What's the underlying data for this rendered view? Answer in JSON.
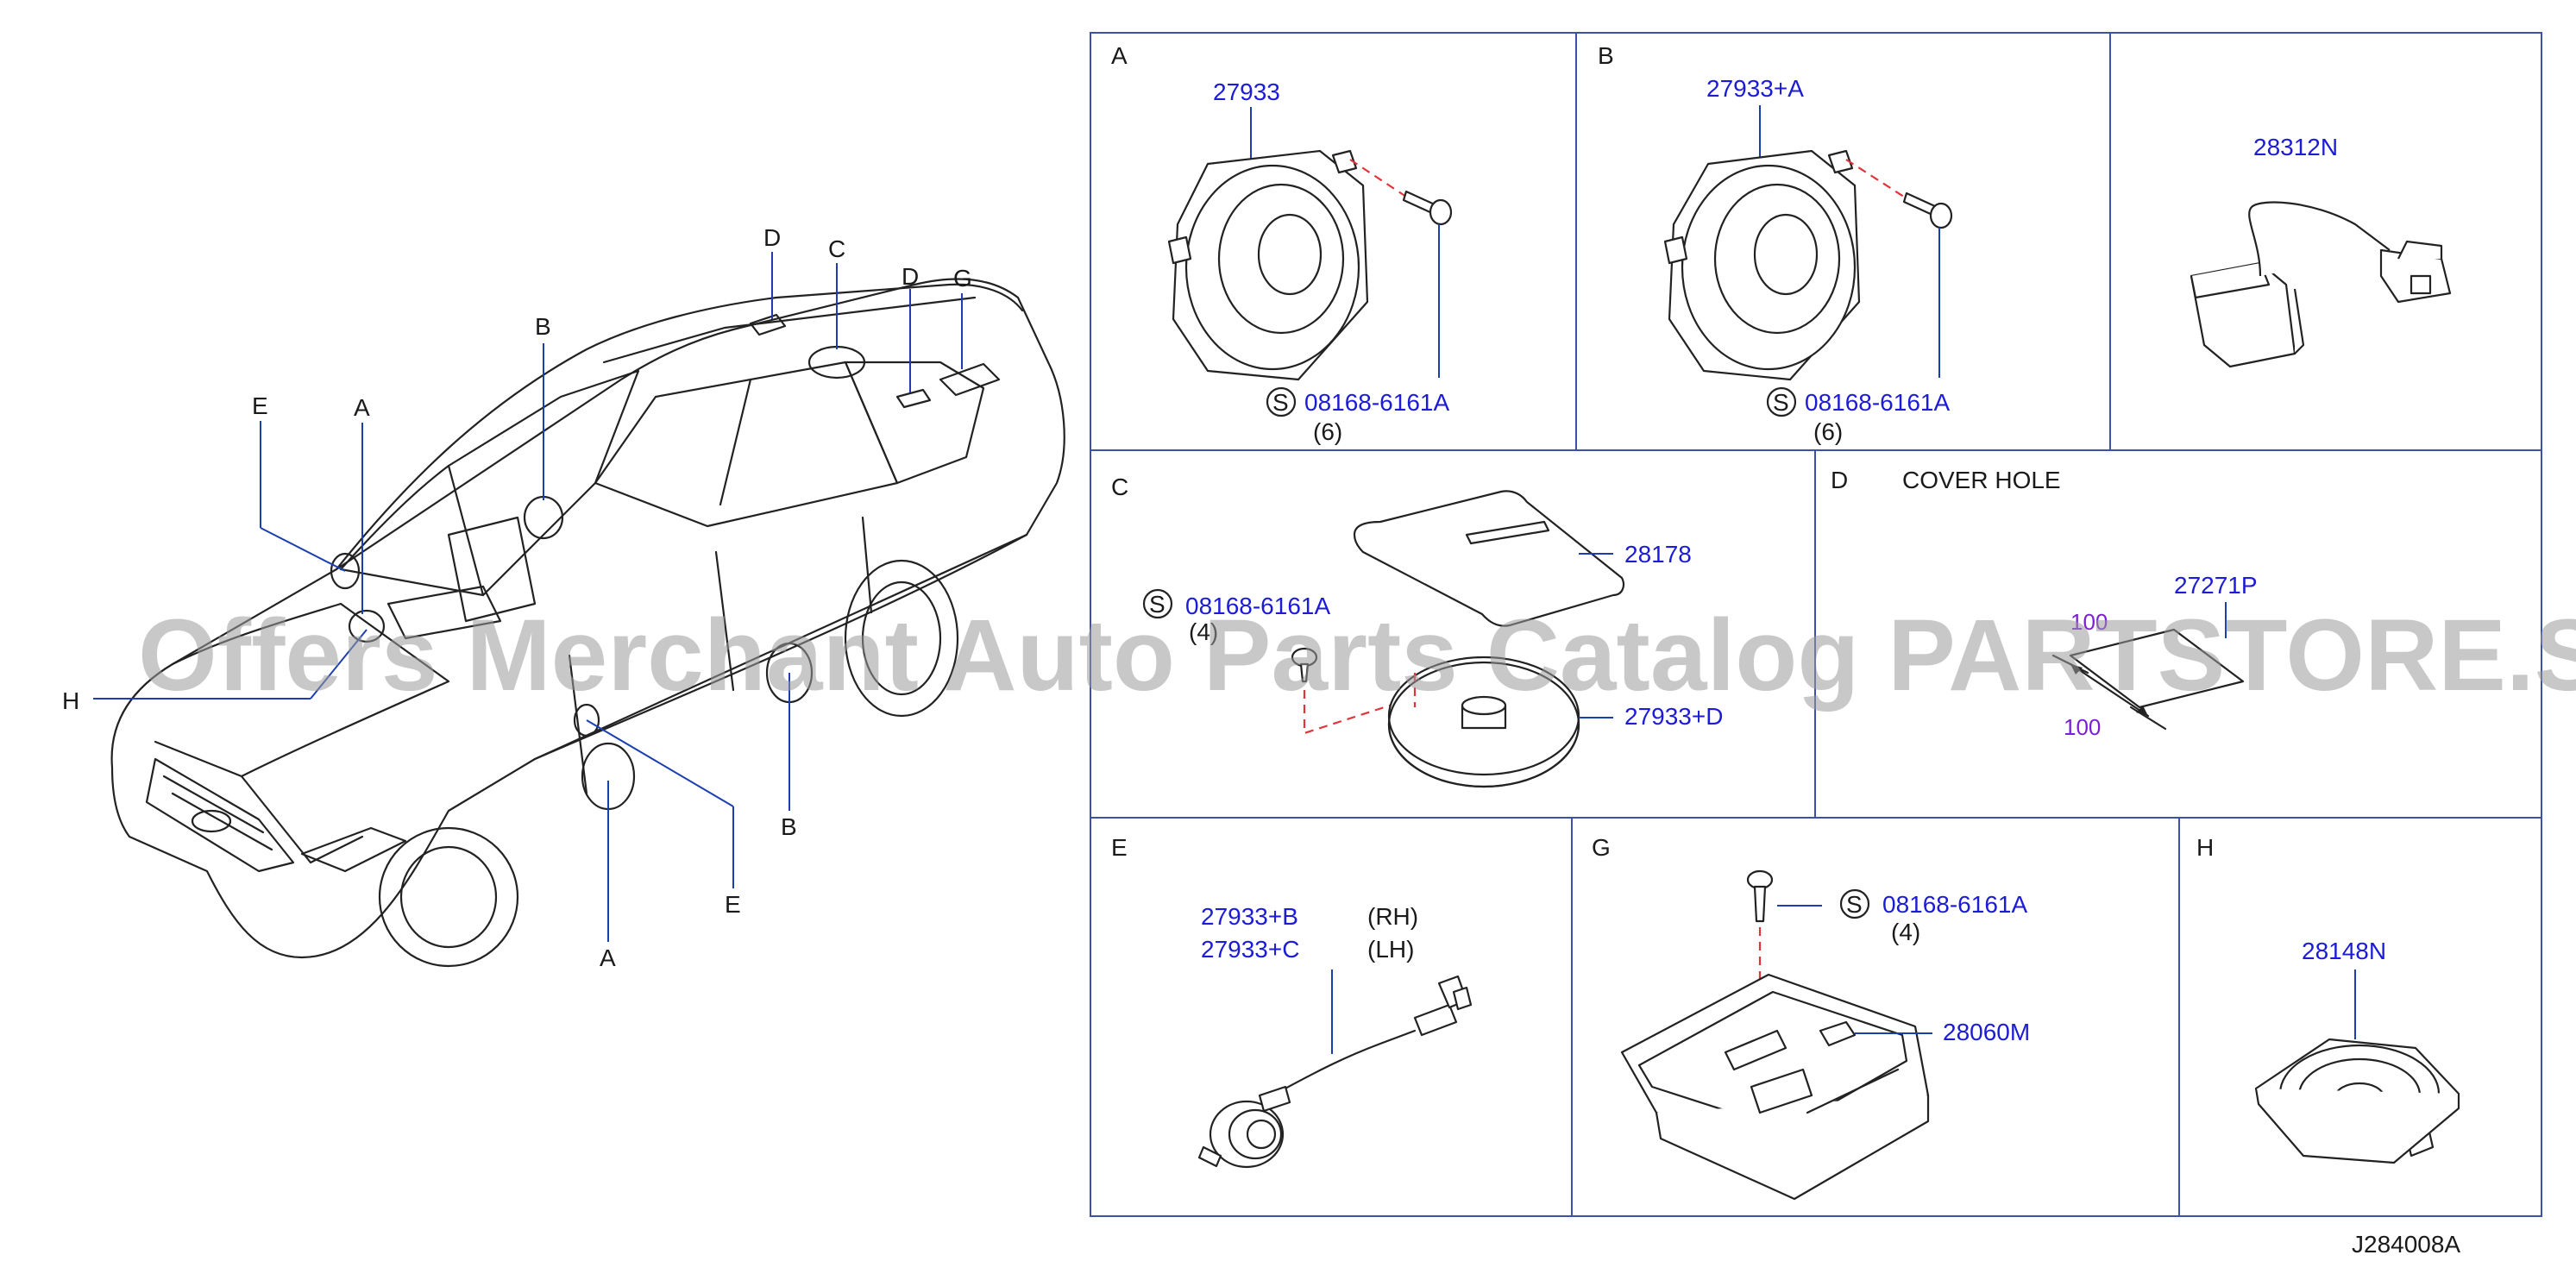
{
  "overview": {
    "callouts": {
      "D1": "D",
      "C": "C",
      "D2": "D",
      "G": "G",
      "B1": "B",
      "E1": "E",
      "A1": "A",
      "H": "H",
      "B2": "B",
      "E2": "E",
      "A2": "A"
    }
  },
  "panels": {
    "A": {
      "letter": "A",
      "part": "27933",
      "screw": "08168-6161A",
      "qty": "(6)",
      "s": "S"
    },
    "B": {
      "letter": "B",
      "part": "27933+A",
      "screw": "08168-6161A",
      "qty": "(6)",
      "s": "S"
    },
    "antenna": {
      "part": "28312N"
    },
    "C": {
      "letter": "C",
      "cover": "28178",
      "screw": "08168-6161A",
      "qty": "(4)",
      "speaker": "27933+D",
      "s": "S"
    },
    "D": {
      "letter": "D",
      "title": "COVER   HOLE",
      "part": "27271P",
      "dim1": "100",
      "dim2": "100"
    },
    "E": {
      "letter": "E",
      "part_rh": "27933+B",
      "rh": "(RH)",
      "part_lh": "27933+C",
      "lh": "(LH)"
    },
    "G": {
      "letter": "G",
      "screw": "08168-6161A",
      "qty": "(4)",
      "amp": "28060M",
      "s": "S"
    },
    "H": {
      "letter": "H",
      "part": "28148N"
    }
  },
  "watermark": "Offers Merchant Auto Parts Catalog PARTSTORE.SA",
  "diagram_id": "J284008A"
}
